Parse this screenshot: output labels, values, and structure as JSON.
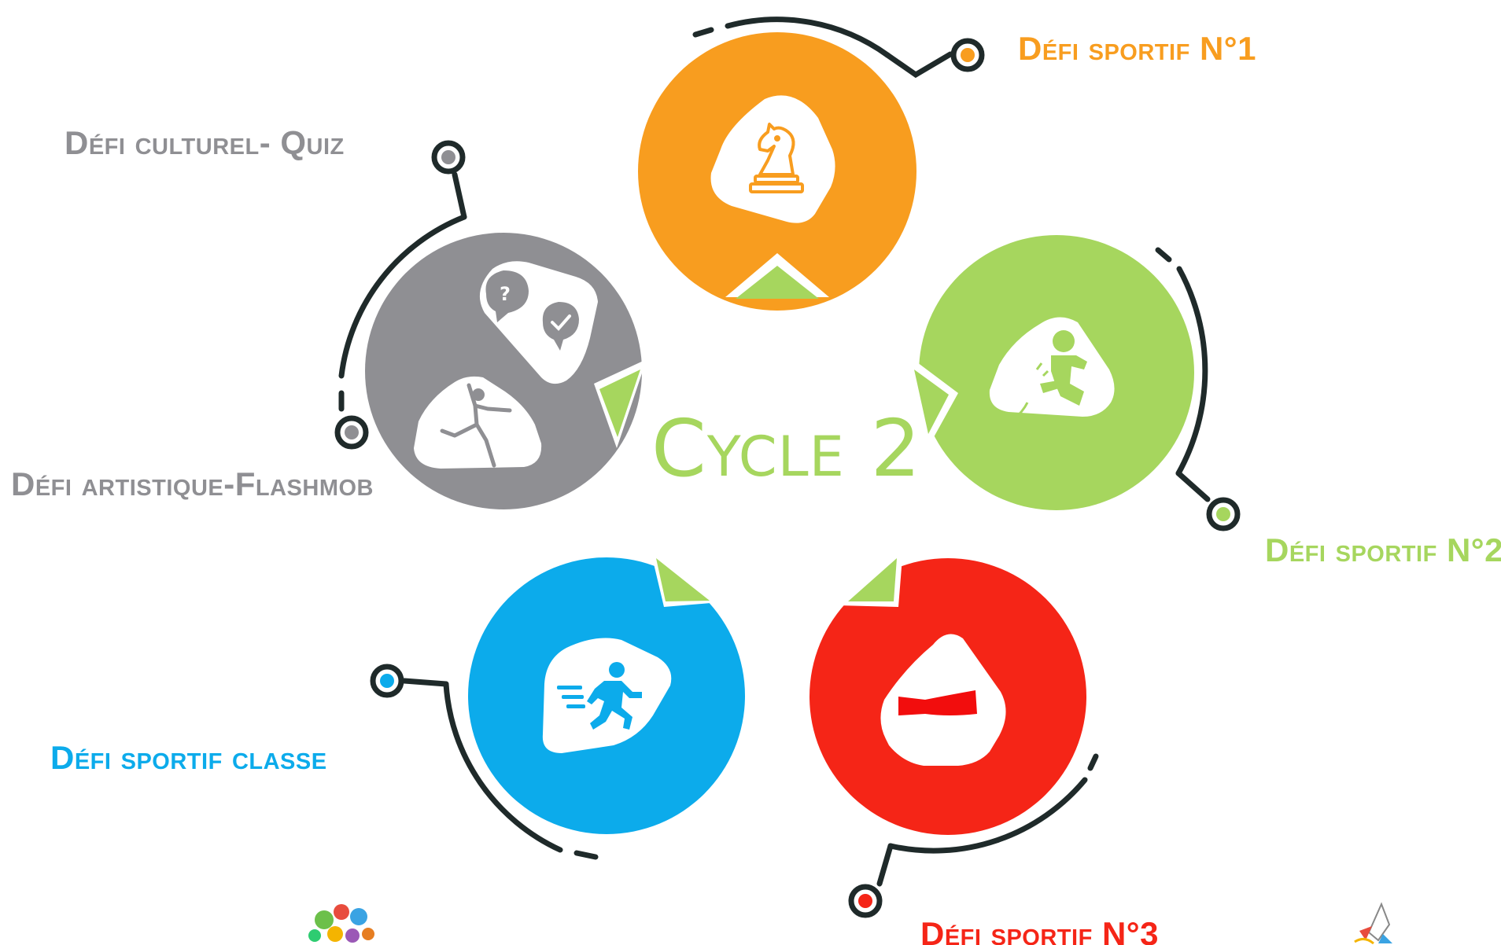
{
  "title": "Cycle 2",
  "challenges": [
    {
      "id": "sportif-1",
      "label": "Défi sportif N°1",
      "color": "#f89d1f",
      "icon": "chess-knight-icon"
    },
    {
      "id": "sportif-2",
      "label": "Défi sportif N°2",
      "color": "#a6d65e",
      "icon": "jumping-person-icon"
    },
    {
      "id": "sportif-3",
      "label": "Défi sportif N°3",
      "color": "#f52517",
      "icon": "red-ribbon-icon"
    },
    {
      "id": "sportif-classe",
      "label": "Défi sportif classe",
      "color": "#0cabeb",
      "icon": "running-person-icon"
    },
    {
      "id": "culturel-quiz",
      "label": "Défi culturel- Quiz",
      "color": "#8f8f93",
      "icon": "speech-bubbles-quiz-icon"
    },
    {
      "id": "artistique-flashmob",
      "label": "Défi artistique-Flashmob",
      "color": "#8f8f93",
      "icon": "dancer-icon"
    }
  ],
  "colors": {
    "arrow": "#a6d65e",
    "connector": "#1f2a2a",
    "icon_background": "#ffffff"
  }
}
